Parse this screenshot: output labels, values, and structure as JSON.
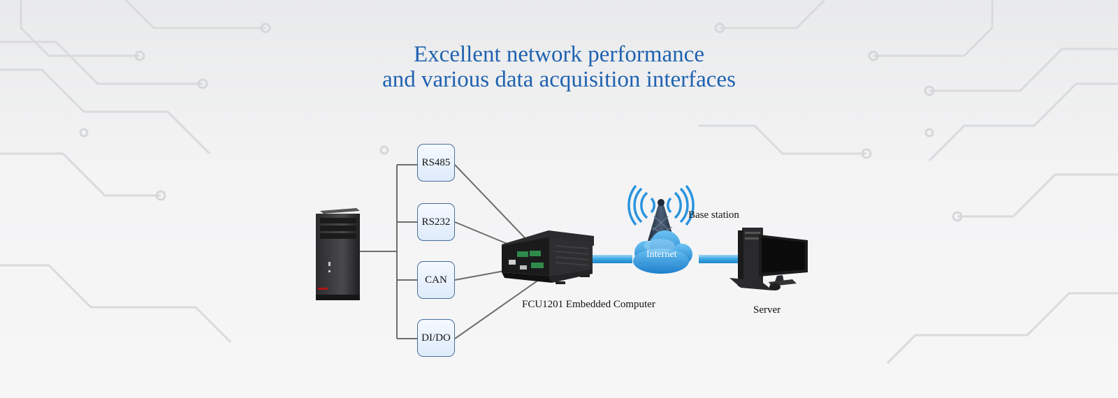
{
  "title": {
    "line1": "Excellent network performance",
    "line2": "and various data acquisition interfaces"
  },
  "interfaces": [
    "RS485",
    "RS232",
    "CAN",
    "DI/DO"
  ],
  "labels": {
    "device": "FCU1201 Embedded Computer",
    "base_station": "Base station",
    "internet": "Internet",
    "server": "Server"
  },
  "colors": {
    "title": "#1f62b0",
    "link": "#36a3e0",
    "cloud": "#2a8fd6",
    "box_border": "#4a6f99",
    "wire": "#6d6d6d"
  },
  "icons": [
    "pc-tower-icon",
    "embedded-computer-icon",
    "cell-tower-icon",
    "cloud-icon",
    "server-workstation-icon"
  ]
}
